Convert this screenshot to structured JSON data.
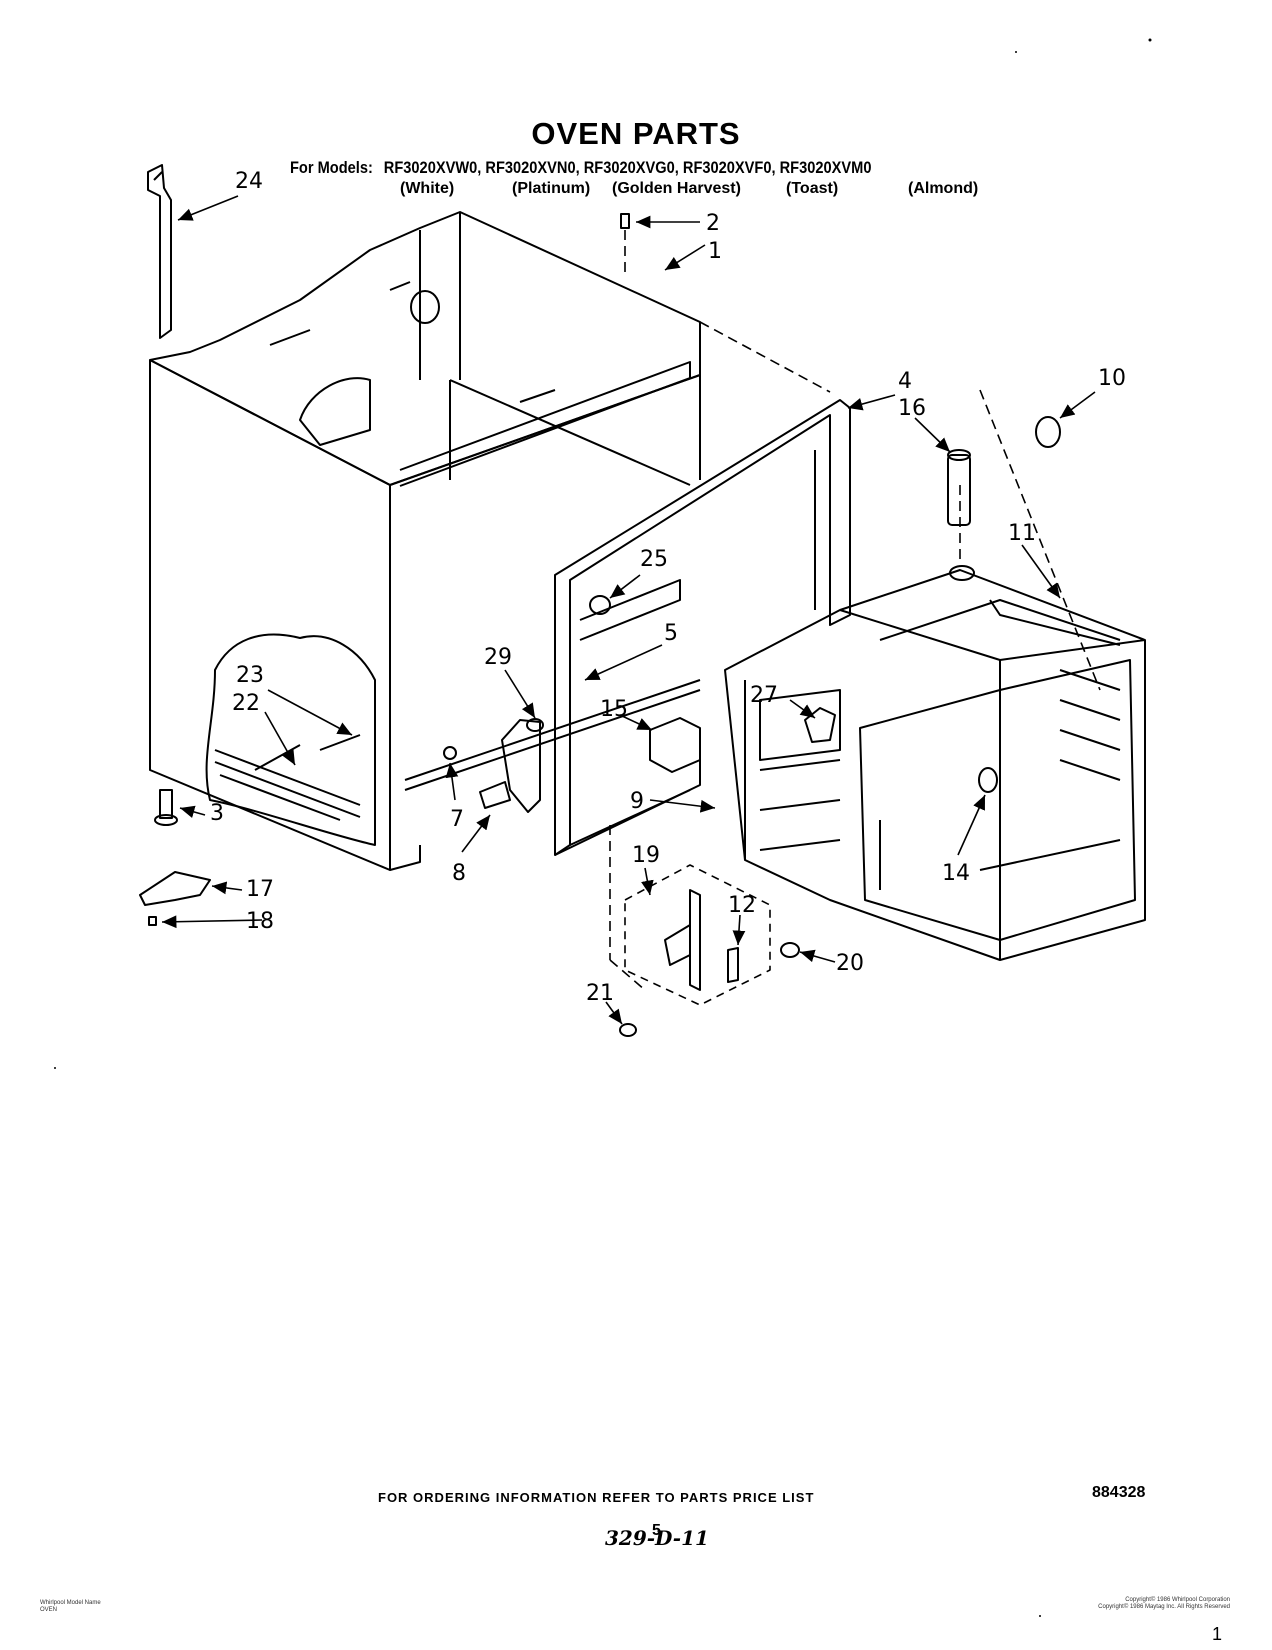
{
  "header": {
    "title": "OVEN PARTS",
    "models_prefix": "For Models:",
    "models": [
      "RF3020XVW0,",
      "RF3020XVN0,",
      "RF3020XVG0,",
      "RF3020XVF0,",
      "RF3020XVM0"
    ],
    "colors": [
      "(White)",
      "(Platinum)",
      "(Golden Harvest)",
      "(Toast)",
      "(Almond)"
    ]
  },
  "callouts": [
    "24",
    "2",
    "1",
    "4",
    "10",
    "16",
    "11",
    "25",
    "5",
    "29",
    "23",
    "22",
    "15",
    "27",
    "3",
    "17",
    "18",
    "7",
    "8",
    "9",
    "19",
    "12",
    "14",
    "20",
    "21"
  ],
  "footer": {
    "ordering": "FOR ORDERING INFORMATION REFER TO PARTS PRICE LIST",
    "page_number": "5",
    "doc_number": "884328",
    "handwritten": "329-D-11",
    "copyright_line1": "Copyright© 1986 Whirlpool Corporation",
    "copyright_line2": "Copyright© 1986 Maytag Inc. All Rights Reserved",
    "bottom_left_line1": "Whirlpool Model Name",
    "bottom_left_line2": "OVEN",
    "corner_mark": "1"
  }
}
